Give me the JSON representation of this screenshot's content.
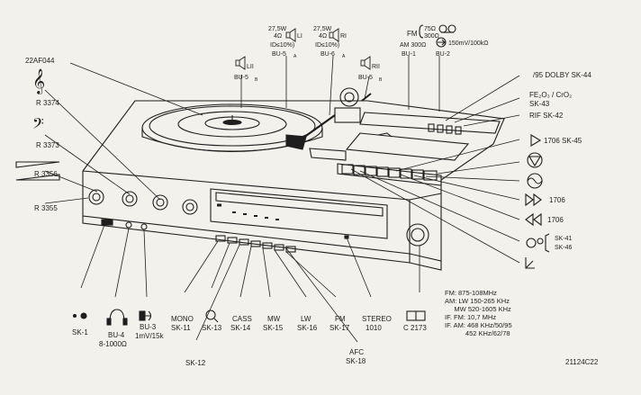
{
  "labels": {
    "model": "22AF044",
    "treble_ref": "R 3374",
    "bass_ref": "R 3373",
    "balance_ref": "R 3356",
    "volume_ref": "R 3355",
    "left_spk_power": "27,5W",
    "left_spk_imp": "4Ω",
    "left_spk_sym": "LI",
    "left_spk_tol": "ID≤10%)",
    "left_spk_socket": "BU-5",
    "left_spk_sub": "A",
    "right_spk_power": "27,5W",
    "right_spk_imp": "4Ω",
    "right_spk_sym": "RI",
    "right_spk_tol": "ID≤10%)",
    "right_spk_socket": "BU-6",
    "right_spk_sub": "A",
    "left2_sym": "LII",
    "left2_socket": "BU-5",
    "left2_sub": "B",
    "right2_sym": "RII",
    "right2_socket": "BU-5",
    "right2_sub": "B",
    "fm_ant_label": "FM",
    "fm_ant_imp1": "75Ω",
    "fm_ant_imp2": "300Ω",
    "am_ant": "AM 300Ω",
    "bu1": "BU-1",
    "tape_spec": "150mV/100kΩ",
    "bu2": "BU-2",
    "dolby": "/95 DOLBY SK-44",
    "tape_type": "FE₂O₃ / CrO₂",
    "sk43": "SK-43",
    "rif": "RIF SK-42",
    "play": "1706 SK-45",
    "ff": "1706",
    "rew": "1706",
    "sk41": "SK-41",
    "sk46": "SK-46",
    "sk1": "SK-1",
    "bu4": "BU-4",
    "bu4_imp": "8-1000Ω",
    "bu3": "BU-3",
    "bu3_spec": "1mV/15k",
    "mono": "MONO",
    "sk11": "SK-11",
    "sk13": "SK-13",
    "sk12": "SK-12",
    "cass": "CASS",
    "sk14": "SK-14",
    "mw": "MW",
    "sk15": "SK-15",
    "lw": "LW",
    "sk16": "SK-16",
    "fm": "FM",
    "sk17": "SK-17",
    "afc": "AFC",
    "sk18": "SK-18",
    "stereo": "STEREO",
    "stereo_ref": "1010",
    "c_ref": "C 2173",
    "drawing_no": "21124C22"
  },
  "specs": {
    "fm": "FM: 875-108MHz",
    "am_lw": "AM: LW 150-265 KHz",
    "am_mw": "     MW 520-1605 KHz",
    "if_fm": "IF. FM: 10,7 MHz",
    "if_am1": "IF. AM: 468 KHz/50/95",
    "if_am2": "           452 KHz/62/78"
  }
}
